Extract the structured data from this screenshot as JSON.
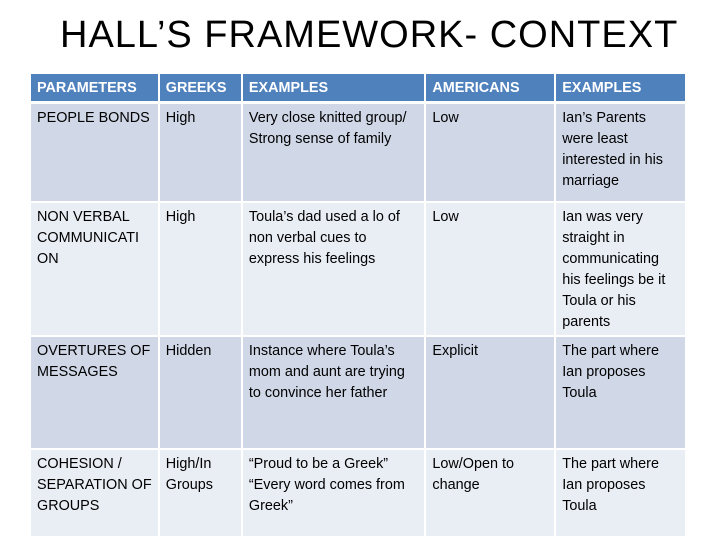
{
  "title": "HALL’S FRAMEWORK- CONTEXT",
  "table": {
    "headers": [
      "PARAMETERS",
      "GREEKS",
      "EXAMPLES",
      "AMERICANS",
      "EXAMPLES"
    ],
    "rows": [
      [
        "PEOPLE BONDS",
        "High",
        "Very close knitted group/ Strong sense of family",
        "Low",
        "Ian’s Parents were least interested in his marriage"
      ],
      [
        "NON VERBAL COMMUNICATI\nON",
        "High",
        "Toula’s dad used a lo of non verbal cues to express his feelings",
        "Low",
        "Ian was very straight in communicating his feelings be it Toula or his parents"
      ],
      [
        "OVERTURES OF MESSAGES",
        "Hidden",
        "Instance where Toula’s mom and aunt are trying to convince her father",
        "Explicit",
        "The part where Ian proposes Toula"
      ],
      [
        "COHESION / SEPARATION OF GROUPS",
        "High/In Groups",
        "“Proud to be a Greek” “Every word comes from Greek”",
        "Low/Open to change",
        "The part where Ian proposes Toula"
      ]
    ]
  },
  "colors": {
    "header_bg": "#4f81bd",
    "row_odd_bg": "#d0d8e8",
    "row_even_bg": "#e9edf4"
  }
}
